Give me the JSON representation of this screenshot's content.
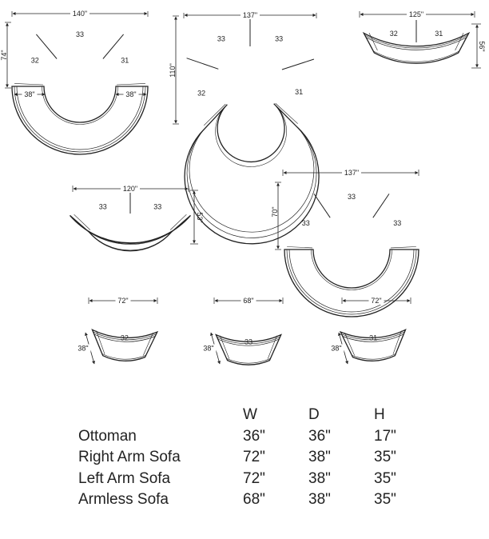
{
  "configs": [
    {
      "name": "config-1",
      "width": "140\"",
      "depth": "74\"",
      "end_left": "38\"",
      "end_right": "38\"",
      "seats": [
        "32",
        "33",
        "31"
      ]
    },
    {
      "name": "config-2",
      "width": "137\"",
      "depth": "110\"",
      "seats": [
        "32",
        "33",
        "33",
        "31"
      ]
    },
    {
      "name": "config-3",
      "width": "125\"",
      "depth": "56\"",
      "seats": [
        "32",
        "31"
      ]
    },
    {
      "name": "config-4",
      "width": "120\"",
      "depth": "53\"",
      "seats": [
        "33",
        "33"
      ]
    },
    {
      "name": "config-5",
      "width": "137\"",
      "depth": "70\"",
      "seats": [
        "33",
        "33",
        "33"
      ]
    },
    {
      "name": "piece-32",
      "width": "72\"",
      "depth": "38\"",
      "seats": [
        "32"
      ]
    },
    {
      "name": "piece-33",
      "width": "68\"",
      "depth": "38\"",
      "seats": [
        "33"
      ]
    },
    {
      "name": "piece-31",
      "width": "72\"",
      "depth": "38\"",
      "seats": [
        "31"
      ]
    }
  ],
  "specs": {
    "headers": [
      "W",
      "D",
      "H"
    ],
    "rows": [
      {
        "label": "Ottoman",
        "w": "36\"",
        "d": "36\"",
        "h": "17\""
      },
      {
        "label": "Right Arm Sofa",
        "w": "72\"",
        "d": "38\"",
        "h": "35\""
      },
      {
        "label": "Left Arm Sofa",
        "w": "72\"",
        "d": "38\"",
        "h": "35\""
      },
      {
        "label": "Armless Sofa",
        "w": "68\"",
        "d": "38\"",
        "h": "35\""
      }
    ]
  }
}
